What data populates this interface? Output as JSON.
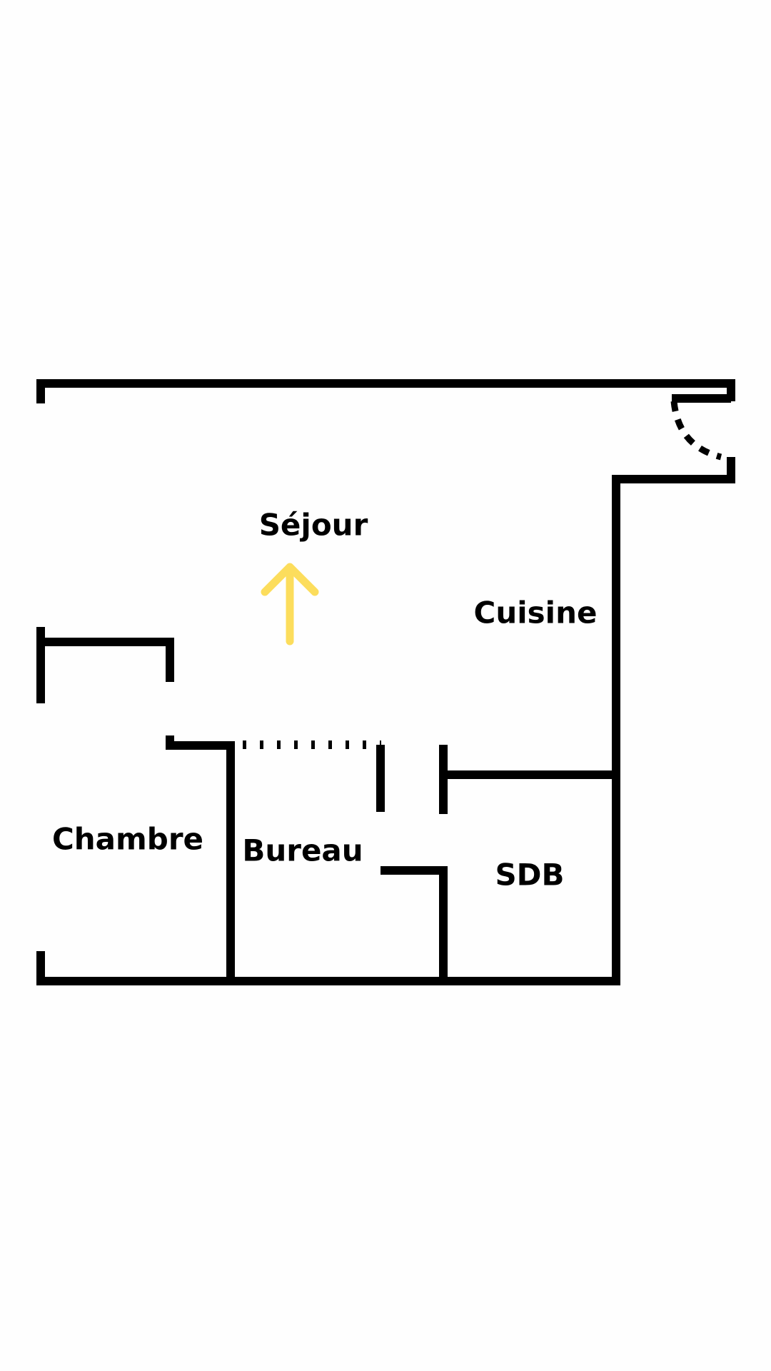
{
  "rooms": {
    "sejour": "Séjour",
    "cuisine": "Cuisine",
    "chambre": "Chambre",
    "bureau": "Bureau",
    "sdb": "SDB"
  },
  "icons": {
    "arrow": "arrow-up-icon",
    "door_swing": "door-swing-arc-icon"
  },
  "colors": {
    "walls": "#000000",
    "arrow": "#FCDD5C",
    "background": "#FEFEFE"
  }
}
